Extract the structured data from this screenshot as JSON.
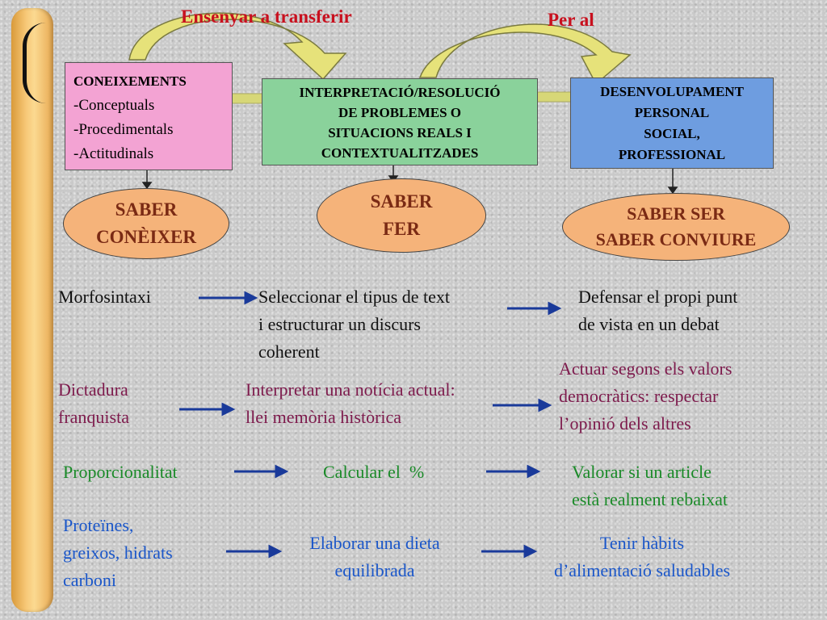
{
  "colors": {
    "title_red": "#c8101e",
    "pink_box": "#f3a3d3",
    "green_box": "#8ad29b",
    "blue_box": "#6e9de0",
    "ellipse_fill": "#f5b37a",
    "ellipse_text": "#7a2a14",
    "arrow_blue": "#1a3a9a",
    "curved_arrow_fill": "#e6e27a"
  },
  "titles": {
    "left": "Ensenyar a transferir",
    "right": "Per al"
  },
  "boxes": {
    "knowledge": {
      "heading": "CONEIXEMENTS",
      "items": [
        "-Conceptuals",
        "-Procedimentals",
        "-Actitudinals"
      ]
    },
    "interpretation": {
      "lines": [
        "INTERPRETACIÓ/RESOLUCIÓ",
        "DE PROBLEMES O",
        "SITUACIONS REALS I",
        "CONTEXTUALITZADES"
      ]
    },
    "development": {
      "lines": [
        "DESENVOLUPAMENT",
        "PERSONAL",
        "SOCIAL,",
        "PROFESSIONAL"
      ]
    }
  },
  "ellipses": {
    "saber_coneixer": [
      "SABER",
      "CONÈIXER"
    ],
    "saber_fer": [
      "SABER",
      "FER"
    ],
    "saber_ser": [
      "SABER SER",
      "SABER CONVIURE"
    ]
  },
  "rows": [
    {
      "col1": [
        "Morfosintaxi"
      ],
      "col2": [
        "Seleccionar el tipus de text",
        "i estructurar un discurs",
        "coherent"
      ],
      "col3": [
        "Defensar el propi punt",
        "de vista en un debat"
      ]
    },
    {
      "col1": [
        "Dictadura",
        "franquista"
      ],
      "col2": [
        "Interpretar una notícia actual:",
        "llei memòria històrica"
      ],
      "col3": [
        "Actuar segons els valors",
        "democràtics: respectar",
        "l’opinió dels altres"
      ]
    },
    {
      "col1": [
        "Proporcionalitat"
      ],
      "col2": [
        "Calcular el  %"
      ],
      "col3": [
        "Valorar si un article",
        "està realment rebaixat"
      ]
    },
    {
      "col1": [
        "Proteïnes,",
        "greixos, hidrats",
        "carboni"
      ],
      "col2": [
        "Elaborar una dieta",
        "equilibrada"
      ],
      "col3": [
        "Tenir hàbits",
        "d’alimentació saludables"
      ]
    }
  ]
}
